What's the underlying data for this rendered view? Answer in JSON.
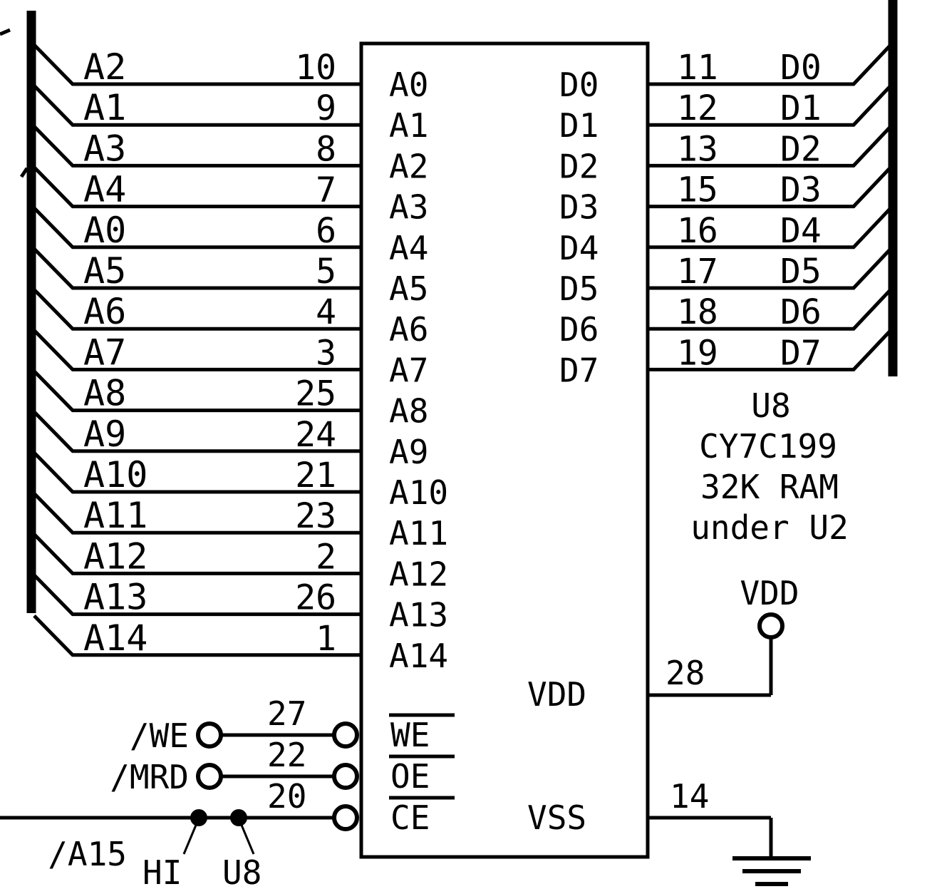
{
  "schematic": {
    "component": {
      "ref": "U8",
      "part": "CY7C199",
      "desc": "32K RAM",
      "note": "under U2"
    },
    "left_pins": [
      {
        "net": "A2",
        "pin": "10",
        "func": "A0"
      },
      {
        "net": "A1",
        "pin": "9",
        "func": "A1"
      },
      {
        "net": "A3",
        "pin": "8",
        "func": "A2"
      },
      {
        "net": "A4",
        "pin": "7",
        "func": "A3"
      },
      {
        "net": "A0",
        "pin": "6",
        "func": "A4"
      },
      {
        "net": "A5",
        "pin": "5",
        "func": "A5"
      },
      {
        "net": "A6",
        "pin": "4",
        "func": "A6"
      },
      {
        "net": "A7",
        "pin": "3",
        "func": "A7"
      },
      {
        "net": "A8",
        "pin": "25",
        "func": "A8"
      },
      {
        "net": "A9",
        "pin": "24",
        "func": "A9"
      },
      {
        "net": "A10",
        "pin": "21",
        "func": "A10"
      },
      {
        "net": "A11",
        "pin": "23",
        "func": "A11"
      },
      {
        "net": "A12",
        "pin": "2",
        "func": "A12"
      },
      {
        "net": "A13",
        "pin": "26",
        "func": "A13"
      },
      {
        "net": "A14",
        "pin": "1",
        "func": "A14"
      }
    ],
    "right_pins": [
      {
        "func": "D0",
        "pin": "11",
        "net": "D0"
      },
      {
        "func": "D1",
        "pin": "12",
        "net": "D1"
      },
      {
        "func": "D2",
        "pin": "13",
        "net": "D2"
      },
      {
        "func": "D3",
        "pin": "15",
        "net": "D3"
      },
      {
        "func": "D4",
        "pin": "16",
        "net": "D4"
      },
      {
        "func": "D5",
        "pin": "17",
        "net": "D5"
      },
      {
        "func": "D6",
        "pin": "18",
        "net": "D6"
      },
      {
        "func": "D7",
        "pin": "19",
        "net": "D7"
      }
    ],
    "control_pins": [
      {
        "net": "/WE",
        "pin": "27",
        "func": "WE"
      },
      {
        "net": "/MRD",
        "pin": "22",
        "func": "OE"
      },
      {
        "net": "/A15",
        "pin": "20",
        "func": "CE"
      }
    ],
    "power": {
      "vdd_func": "VDD",
      "vdd_pin": "28",
      "vdd_net": "VDD",
      "vss_func": "VSS",
      "vss_pin": "14"
    },
    "jumper": {
      "left_label": "HI",
      "right_label": "U8"
    }
  }
}
